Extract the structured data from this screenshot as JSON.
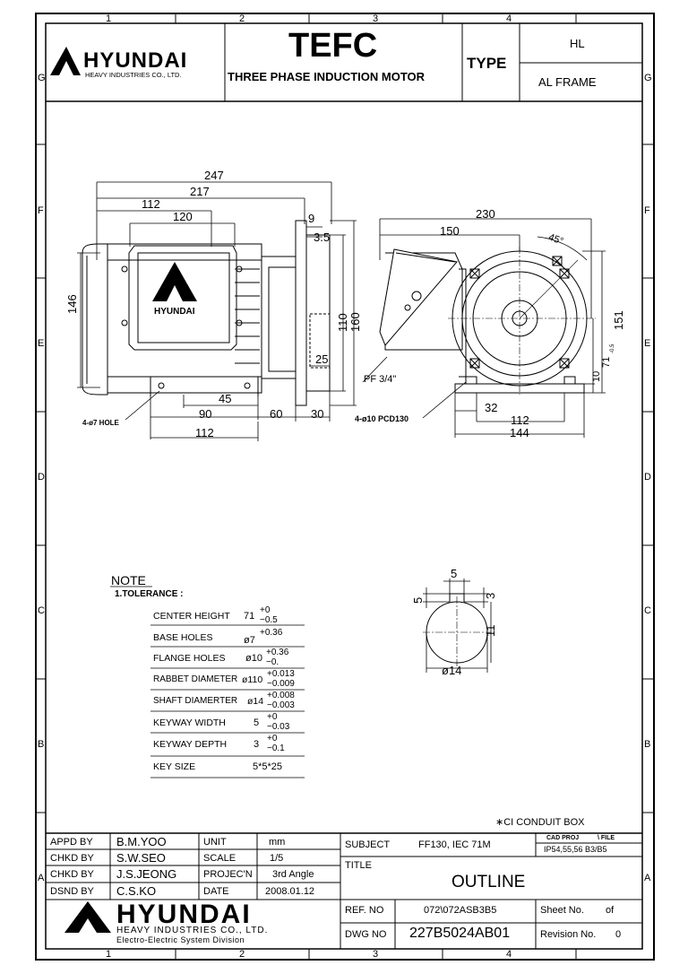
{
  "frame": {
    "top_cols": [
      "1",
      "2",
      "3",
      "4"
    ],
    "bottom_cols": [
      "1",
      "2",
      "3",
      "4"
    ],
    "left_rows": [
      "G",
      "F",
      "E",
      "D",
      "C",
      "B",
      "A"
    ],
    "right_rows": [
      "G",
      "F",
      "E",
      "D",
      "C",
      "B",
      "A"
    ]
  },
  "header": {
    "brand": "HYUNDAI",
    "company": "HEAVY INDUSTRIES CO., LTD.",
    "title": "TEFC",
    "subtitle": "THREE PHASE INDUCTION MOTOR",
    "type_label": "TYPE",
    "type_value": "HL",
    "frame_value": "AL FRAME"
  },
  "front_view": {
    "dims": {
      "d247": "247",
      "d217": "217",
      "d112": "112",
      "d120": "120",
      "d146": "146",
      "d45": "45",
      "d90": "90",
      "d60": "60",
      "d112b": "112"
    },
    "hole_note": "4-ø7 HOLE",
    "nameplate_brand": "HYUNDAI"
  },
  "flange_view": {
    "dims": {
      "d9": "9",
      "d35": "3.5",
      "d110": "110",
      "d160": "160",
      "d25": "25",
      "d30": "30"
    }
  },
  "side_view": {
    "dims": {
      "d230": "230",
      "d150": "150",
      "d45deg": "45°",
      "d151": "151",
      "d71": "71",
      "d71tol": "-0.5",
      "d10": "10",
      "d32": "32",
      "d112": "112",
      "d144": "144"
    },
    "conduit_note": "PF 3/4\"",
    "flange_note": "4-ø10 PCD130"
  },
  "shaft_detail": {
    "d5top": "5",
    "d5side": "5",
    "d3": "3",
    "d11": "11",
    "d14": "ø14"
  },
  "note": {
    "title": "NOTE",
    "subtitle": "1.TOLERANCE :",
    "rows": [
      {
        "label": "CENTER HEIGHT",
        "value": "71",
        "tol_up": "+0",
        "tol_dn": "−0.5"
      },
      {
        "label": "BASE HOLES",
        "value": "ø7",
        "tol_up": "+0.36",
        "tol_dn": ""
      },
      {
        "label": "FLANGE HOLES",
        "value": "ø10",
        "tol_up": "+0.36",
        "tol_dn": "−0."
      },
      {
        "label": "RABBET DIAMETER",
        "value": "ø110",
        "tol_up": "+0.013",
        "tol_dn": "−0.009"
      },
      {
        "label": "SHAFT DIAMERTER",
        "value": "ø14",
        "tol_up": "+0.008",
        "tol_dn": "−0.003"
      },
      {
        "label": "KEYWAY WIDTH",
        "value": "5",
        "tol_up": "+0",
        "tol_dn": "−0.03"
      },
      {
        "label": "KEYWAY DEPTH",
        "value": "3",
        "tol_up": "+0",
        "tol_dn": "−0.1"
      },
      {
        "label": "KEY SIZE",
        "value": "5*5*25",
        "tol_up": "",
        "tol_dn": ""
      }
    ]
  },
  "ci_note": "∗CI CONDUIT BOX",
  "title_block": {
    "appd_label": "APPD BY",
    "appd_value": "B.M.YOO",
    "chkd1_label": "CHKD BY",
    "chkd1_value": "S.W.SEO",
    "chkd2_label": "CHKD BY",
    "chkd2_value": "J.S.JEONG",
    "dsnd_label": "DSND BY",
    "dsnd_value": "C.S.KO",
    "unit_label": "UNIT",
    "unit_value": "mm",
    "scale_label": "SCALE",
    "scale_value": "1/5",
    "proj_label": "PROJEC'N",
    "proj_value": "3rd Angle",
    "date_label": "DATE",
    "date_value": "2008.01.12",
    "subject_label": "SUBJECT",
    "subject_value": "FF130, IEC 71M",
    "cad_proj": "CAD PROJ",
    "file_label": "\\ FILE",
    "ip_value": "IP54,55,56  B3/B5",
    "title_label": "TITLE",
    "title_value": "OUTLINE",
    "ref_label": "REF. NO",
    "ref_value": "072\\072ASB3B5",
    "sheet_label": "Sheet No.",
    "sheet_of": "of",
    "dwg_label": "DWG NO",
    "dwg_value": "227B5024AB01",
    "rev_label": "Revision No.",
    "rev_value": "0",
    "brand": "HYUNDAI",
    "company": "HEAVY INDUSTRIES CO., LTD.",
    "division": "Electro-Electric System Division"
  }
}
